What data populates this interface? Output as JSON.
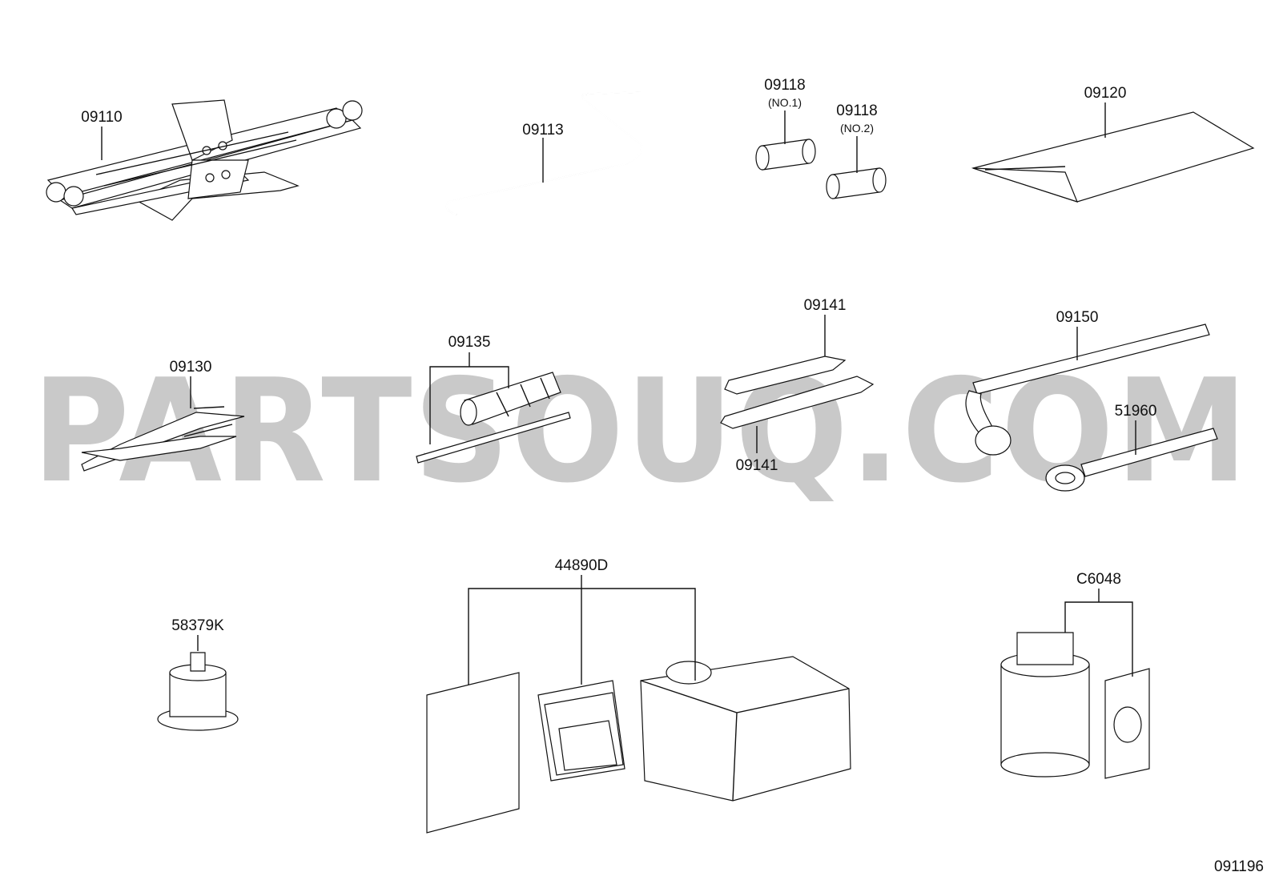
{
  "watermark": {
    "text": "PARTSOUQ.COM",
    "color": "#c9c9c9"
  },
  "diagram_code": "091196",
  "parts": [
    {
      "id": "jack",
      "number": "09110"
    },
    {
      "id": "jack-handle",
      "number": "09113"
    },
    {
      "id": "adapter-1",
      "number": "09118",
      "sub": "(NO.1)"
    },
    {
      "id": "adapter-2",
      "number": "09118",
      "sub": "(NO.2)"
    },
    {
      "id": "tool-bag",
      "number": "09120"
    },
    {
      "id": "pliers",
      "number": "09130"
    },
    {
      "id": "screwdriver",
      "number": "09135"
    },
    {
      "id": "wrench-top",
      "number": "09141"
    },
    {
      "id": "wrench-bottom",
      "number": "09141"
    },
    {
      "id": "lug-wrench",
      "number": "09150"
    },
    {
      "id": "towing-eye",
      "number": "51960"
    },
    {
      "id": "cap",
      "number": "58379K"
    },
    {
      "id": "tire-repair-kit",
      "number": "44890D"
    },
    {
      "id": "sealant-kit",
      "number": "C6048"
    }
  ]
}
